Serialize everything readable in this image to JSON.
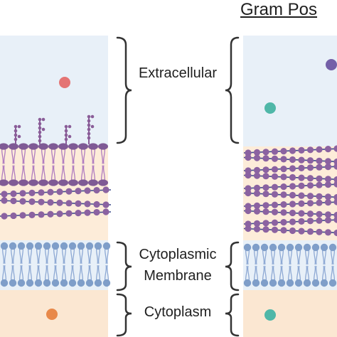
{
  "header": {
    "title": "Gram Pos"
  },
  "labels": {
    "extracellular": "Extracellular",
    "membrane_line1": "Cytoplasmic",
    "membrane_line2": "Membrane",
    "cytoplasm": "Cytoplasm"
  },
  "colors": {
    "extracellular_bg": "#e8f0f8",
    "periplasm_bg": "#fdecd9",
    "cytoplasm_bg": "#fbe7d2",
    "outer_membrane_head": "#7f5a95",
    "lps_chain": "#8a5d98",
    "peptidoglycan_bead": "#8b62a1",
    "peptidoglycan_strand": "#3c4a8a",
    "inner_membrane_head": "#7f9ec9",
    "lipid_tail_purple": "#b07cc0",
    "lipid_tail_blue": "#8ea9d4",
    "molecule_red": "#e47474",
    "molecule_teal": "#4fb7a8",
    "molecule_orange": "#e8894a",
    "molecule_purple": "#7460a8",
    "bracket": "#333333"
  },
  "icons": [
    "molecule-circle",
    "lps-chain",
    "lipid-bilayer",
    "peptidoglycan-mesh",
    "curly-bracket"
  ]
}
